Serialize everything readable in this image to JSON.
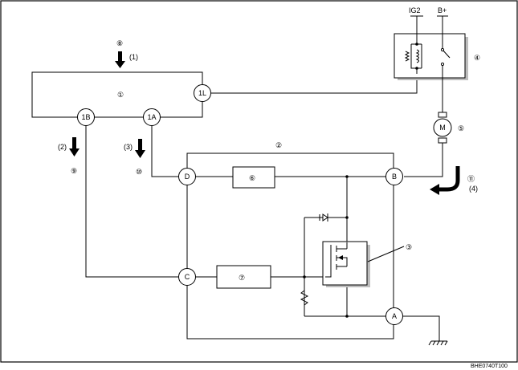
{
  "labels": {
    "ig2": "IG2",
    "bplus": "B+",
    "motor": "M",
    "diagram_code": "BHE0740T100"
  },
  "terminals": {
    "t1L": "1L",
    "t1B": "1B",
    "t1A": "1A",
    "tD": "D",
    "tB": "B",
    "tC": "C",
    "tA": "A"
  },
  "callouts": {
    "c1": "①",
    "c2": "②",
    "c3": "③",
    "c4": "④",
    "c5": "⑤",
    "c6": "⑥",
    "c7": "⑦",
    "c8": "⑧",
    "c9": "⑨",
    "c10": "⑩",
    "c11": "⑪"
  },
  "signals": {
    "s1": "(1)",
    "s2": "(2)",
    "s3": "(3)",
    "s4": "(4)"
  }
}
